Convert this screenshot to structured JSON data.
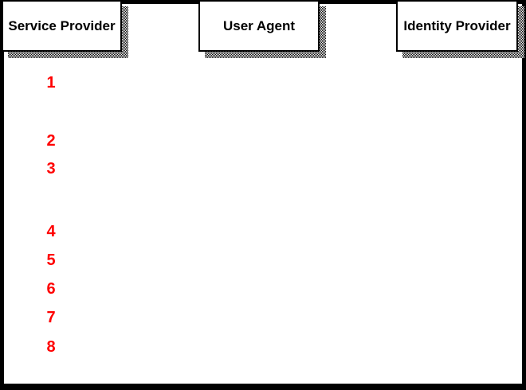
{
  "diagram": {
    "actors": [
      {
        "id": "service-provider",
        "label": "Service Provider"
      },
      {
        "id": "user-agent",
        "label": "User Agent"
      },
      {
        "id": "identity-provider",
        "label": "Identity Provider"
      }
    ],
    "steps": [
      {
        "number": "1"
      },
      {
        "number": "2"
      },
      {
        "number": "3"
      },
      {
        "number": "4"
      },
      {
        "number": "5"
      },
      {
        "number": "6"
      },
      {
        "number": "7"
      },
      {
        "number": "8"
      }
    ]
  },
  "colors": {
    "step-number": "#ff0000",
    "box-fill": "#ffffff",
    "box-border": "#000000",
    "frame-border": "#000000",
    "shadow-dark": "#000000",
    "shadow-light": "#ffffff"
  }
}
